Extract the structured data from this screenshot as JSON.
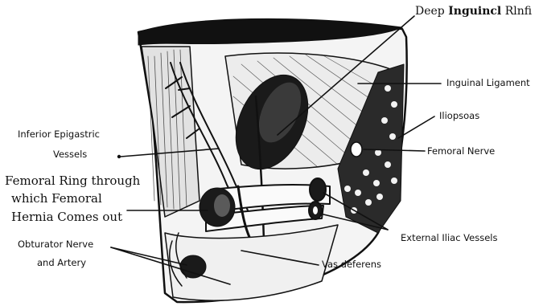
{
  "labels": {
    "deep_ring_1": "Deep",
    "deep_ring_2": "Inguincl",
    "deep_ring_3": "Rlnfi",
    "inguinal_ligament": "Inguinal Ligament",
    "iliopsoas": "Iliopsoas",
    "femoral_nerve": "Femoral Nerve",
    "inferior_epigastric_1": "Inferior Epigastric",
    "inferior_epigastric_2": "Vessels",
    "femoral_ring_1": "Femoral Ring through",
    "femoral_ring_2": "which Femoral",
    "femoral_ring_3": "Hernia Comes out",
    "obturator_1": "Obturator Nerve",
    "obturator_2": "and Artery",
    "external_iliac": "External Iliac Vessels",
    "vas_deferens": "Vas deferens"
  }
}
